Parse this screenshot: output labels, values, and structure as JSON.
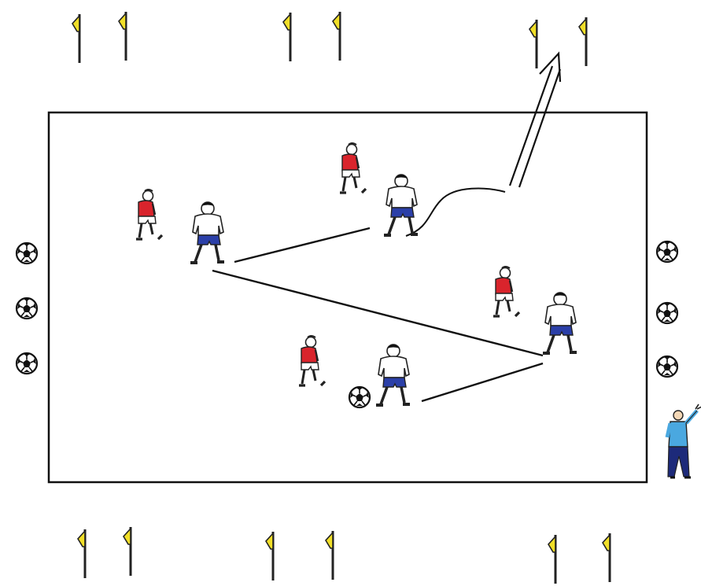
{
  "diagram": {
    "colors": {
      "background": "#ffffff",
      "field_line": "#111111",
      "flag": "#f1df28",
      "flag_pole": "#222222",
      "red_team_shirt": "#d9242c",
      "blue_team_shorts": "#2b3fa8",
      "white_shirt": "#ffffff",
      "coach_shirt": "#4aa8e0",
      "coach_trousers": "#1d2a7a"
    },
    "icons": {
      "flag": "flag-icon",
      "ball": "soccer-ball-icon",
      "attacker": "attacker-player-icon",
      "defender": "defender-player-icon",
      "coach": "coach-icon"
    },
    "players": {
      "attacker_count": 4,
      "defender_count": 4
    },
    "flag_groups": 6,
    "ball_stacks": 2
  }
}
